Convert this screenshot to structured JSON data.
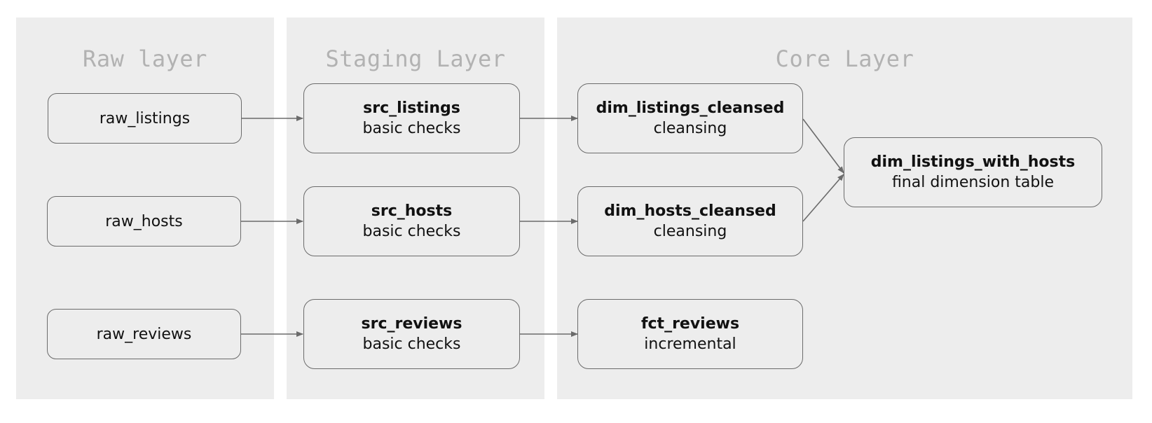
{
  "layers": {
    "raw": "Raw layer",
    "staging": "Staging Layer",
    "core": "Core Layer"
  },
  "raw_nodes": {
    "listings": "raw_listings",
    "hosts": "raw_hosts",
    "reviews": "raw_reviews"
  },
  "staging_nodes": {
    "listings": {
      "name": "src_listings",
      "desc": "basic checks"
    },
    "hosts": {
      "name": "src_hosts",
      "desc": "basic checks"
    },
    "reviews": {
      "name": "src_reviews",
      "desc": "basic checks"
    }
  },
  "core_nodes": {
    "listings": {
      "name": "dim_listings_cleansed",
      "desc": "cleansing"
    },
    "hosts": {
      "name": "dim_hosts_cleansed",
      "desc": "cleansing"
    },
    "reviews": {
      "name": "fct_reviews",
      "desc": "incremental"
    },
    "final": {
      "name": "dim_listings_with_hosts",
      "desc": "final dimension table"
    }
  }
}
